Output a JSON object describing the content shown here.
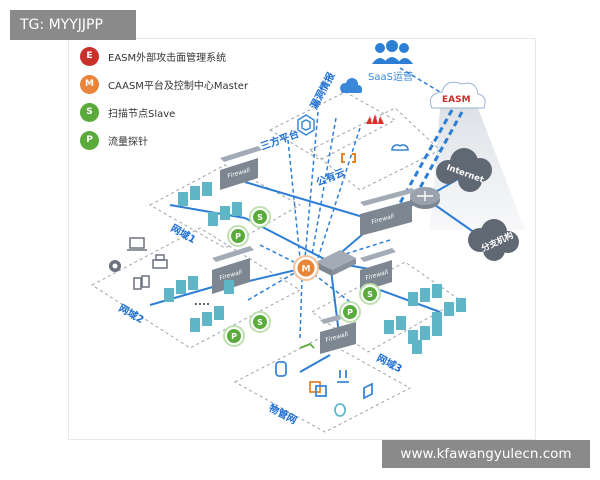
{
  "watermark_top": "TG: MYYJJPP",
  "watermark_bottom": "www.kfawangyulecn.com",
  "legend": [
    {
      "badge": "E",
      "label": "EASM外部攻击面管理系统",
      "color": "#c9302c"
    },
    {
      "badge": "M",
      "label": "CAASM平台及控制中心Master",
      "color": "#e8853a"
    },
    {
      "badge": "S",
      "label": "扫描节点Slave",
      "color": "#5aab3b"
    },
    {
      "badge": "P",
      "label": "流量探针",
      "color": "#5aab3b"
    }
  ],
  "labels": {
    "saas": "SaaS运营",
    "easm": "EASM",
    "vuln_intel": "漏洞情报",
    "third_party": "三方平台",
    "public_cloud": "公有云",
    "internet": "Internet",
    "branch": "分支机构",
    "domain1": "网域1",
    "domain2": "网域2",
    "domain3": "网域3",
    "iot": "物管网",
    "firewall": "Firewall"
  },
  "center_badge": "M",
  "node_badges": {
    "slave": "S",
    "probe": "P"
  },
  "colors": {
    "accent": "#1f6fd1",
    "easm_red": "#c9302c",
    "master_orange": "#e8853a",
    "node_green": "#5aab3b"
  }
}
